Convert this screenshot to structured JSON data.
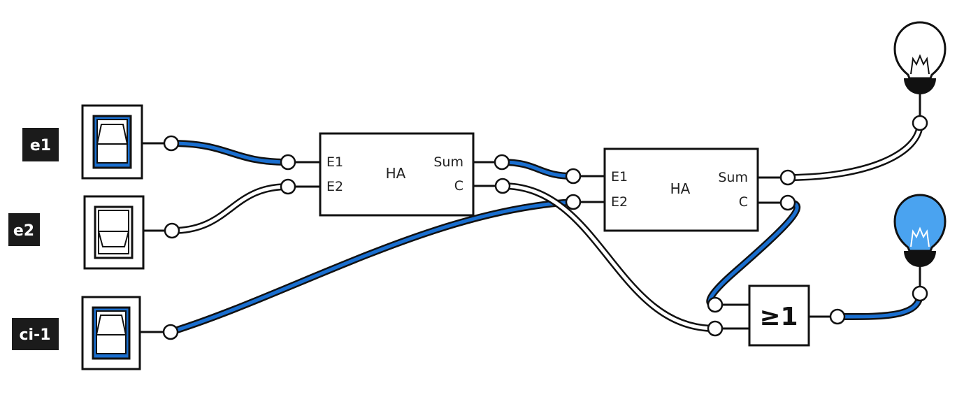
{
  "colors": {
    "active": "#1a6fd0",
    "inactive": "#ffffff",
    "outline": "#111111",
    "tag_bg": "#1b1b1b",
    "lamp_on": "#4aa3f0"
  },
  "switches": [
    {
      "tag": "e1",
      "state": "on"
    },
    {
      "tag": "e2",
      "state": "off"
    },
    {
      "tag": "ci-1",
      "state": "on"
    }
  ],
  "half_adders": [
    {
      "title": "HA",
      "inputs": [
        "E1",
        "E2"
      ],
      "outputs": [
        "Sum",
        "C"
      ]
    },
    {
      "title": "HA",
      "inputs": [
        "E1",
        "E2"
      ],
      "outputs": [
        "Sum",
        "C"
      ]
    }
  ],
  "or_gate": {
    "label": "≥1"
  },
  "lamps": [
    {
      "icon": "lightbulb-icon",
      "state": "off"
    },
    {
      "icon": "lightbulb-icon",
      "state": "on"
    }
  ],
  "wires": [
    {
      "from": "switch-e1",
      "to": "ha1-e1",
      "state": "on"
    },
    {
      "from": "switch-e2",
      "to": "ha1-e2",
      "state": "off"
    },
    {
      "from": "switch-ci-1",
      "to": "ha2-e2",
      "state": "on"
    },
    {
      "from": "ha1-sum",
      "to": "ha2-e1",
      "state": "on"
    },
    {
      "from": "ha1-c",
      "to": "or-in2",
      "state": "off"
    },
    {
      "from": "ha2-sum",
      "to": "lamp-sum",
      "state": "off"
    },
    {
      "from": "ha2-c",
      "to": "or-in1",
      "state": "on"
    },
    {
      "from": "or-out",
      "to": "lamp-carry",
      "state": "on"
    }
  ]
}
